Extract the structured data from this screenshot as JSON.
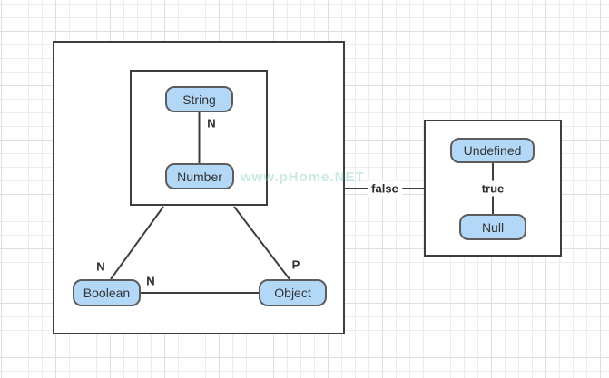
{
  "watermark": {
    "text": "www.pHome.NET",
    "color": "#79c9bc"
  },
  "colors": {
    "background": "#ffffff",
    "grid_minor": "#ececec",
    "grid_major": "#dedede",
    "node_fill": "#b3d8f7",
    "node_border": "#5c5c5c",
    "container_border": "#3d3d3d",
    "edge": "#3d3d3d",
    "edge_label": "#2b2b2b",
    "node_text": "#333333"
  },
  "diagram": {
    "nodes": [
      {
        "id": "string",
        "label": "String"
      },
      {
        "id": "number",
        "label": "Number"
      },
      {
        "id": "boolean",
        "label": "Boolean"
      },
      {
        "id": "object",
        "label": "Object"
      },
      {
        "id": "undefined",
        "label": "Undefined"
      },
      {
        "id": "null",
        "label": "Null"
      }
    ],
    "edges": [
      {
        "id": "string-number",
        "from": "String",
        "to": "Number",
        "label": "N"
      },
      {
        "id": "innerbox-boolean",
        "from": "inner-box",
        "to": "Boolean",
        "label": "N"
      },
      {
        "id": "innerbox-object",
        "from": "inner-box",
        "to": "Object",
        "label": "P"
      },
      {
        "id": "boolean-object",
        "from": "Boolean",
        "to": "Object",
        "label": "N"
      },
      {
        "id": "leftbox-rightbox",
        "from": "outer-box",
        "to": "right-box",
        "label": "false"
      },
      {
        "id": "undefined-null",
        "from": "Undefined",
        "to": "Null",
        "label": "true"
      }
    ]
  }
}
